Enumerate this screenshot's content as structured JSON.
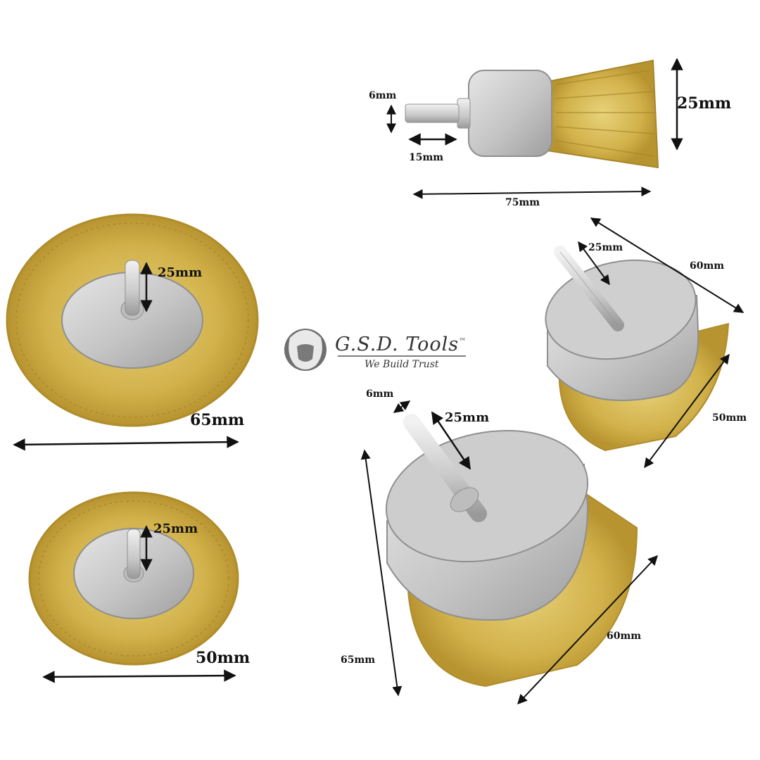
{
  "brand": {
    "name": "G.S.D. Tools",
    "trademark": "™",
    "tagline": "We Build Trust",
    "logo_icon": "lion-head-icon"
  },
  "colors": {
    "brass": "#c9a83d",
    "brass_dark": "#9c7f22",
    "steel": "#c7c7c7",
    "steel_dark": "#9a9a9a",
    "arrow": "#111111"
  },
  "products": {
    "end_brush": {
      "shank_diameter": "6mm",
      "shank_length": "15mm",
      "brush_diameter": "25mm",
      "total_length": "75mm"
    },
    "wheel_large": {
      "shank_length": "25mm",
      "diameter": "65mm"
    },
    "wheel_small": {
      "shank_length": "25mm",
      "diameter": "50mm"
    },
    "cup_small": {
      "shank_length": "25mm",
      "length": "60mm",
      "diameter": "50mm"
    },
    "cup_large": {
      "shank_diameter": "6mm",
      "shank_length": "25mm",
      "length": "65mm",
      "diameter": "60mm"
    }
  }
}
